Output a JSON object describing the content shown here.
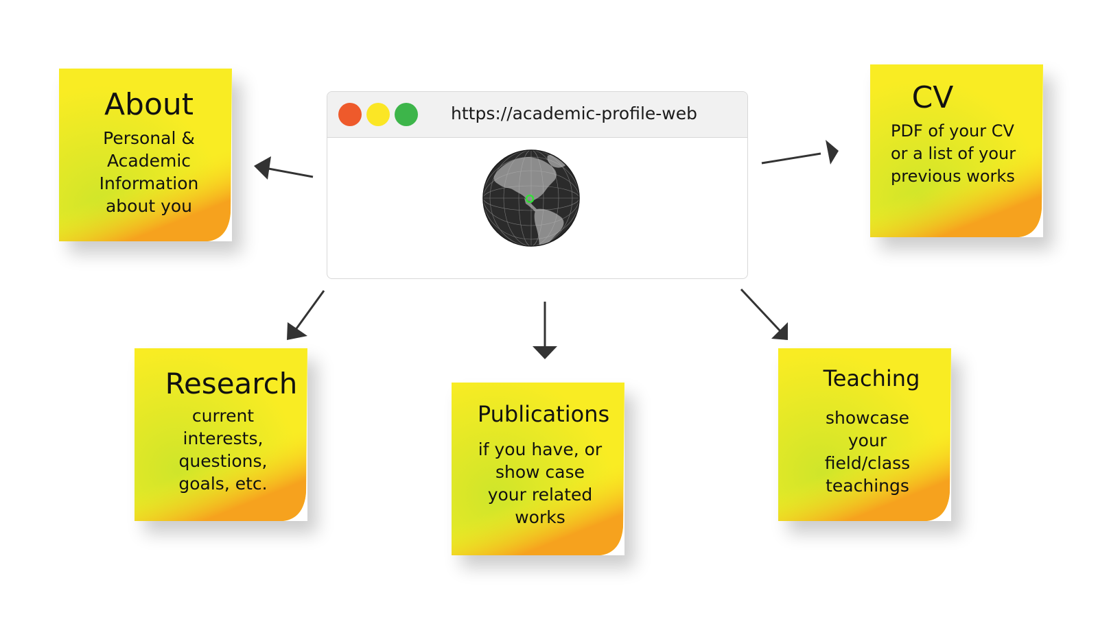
{
  "colors": {
    "note_yellow": "#f9ec23",
    "note_green_tint": "#cfe52a",
    "note_orange": "#f6a21e",
    "arrow": "#333333",
    "dot_red": "#ee5a2b",
    "dot_yellow": "#fbe625",
    "dot_green": "#3db54a",
    "globe_ocean": "#2b2b2b",
    "globe_land": "#8c8c8c",
    "globe_marker": "#35e03a"
  },
  "browser": {
    "url": "https://academic-profile-web",
    "icon": "globe-icon"
  },
  "notes": {
    "about": {
      "title": "About",
      "body": "Personal &\nAcademic\nInformation\nabout you"
    },
    "cv": {
      "title": "CV",
      "body": "PDF of your CV\nor a list of your\nprevious works"
    },
    "research": {
      "title": "Research",
      "body": "current\ninterests,\nquestions,\ngoals, etc."
    },
    "publications": {
      "title": "Publications",
      "body": "if you have, or\nshow case\nyour related\nworks"
    },
    "teaching": {
      "title": "Teaching",
      "body": "showcase\nyour\nfield/class\nteachings"
    }
  }
}
